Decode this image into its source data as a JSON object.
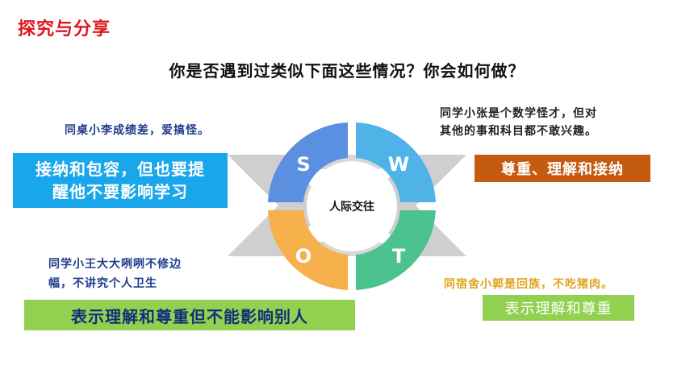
{
  "header": {
    "title": "探究与分享",
    "question": "你是否遇到过类似下面这些情况？你会如何做？"
  },
  "diagram": {
    "center_label": "人际交往",
    "quadrants": [
      {
        "letter": "S",
        "color": "#5b8fdf"
      },
      {
        "letter": "W",
        "color": "#4fb3e8"
      },
      {
        "letter": "O",
        "color": "#f6b04c"
      },
      {
        "letter": "T",
        "color": "#4cc38e"
      }
    ]
  },
  "cases": {
    "top_left": {
      "situation": "同桌小李成绩差，爱搞怪。",
      "response_line1": "接纳和包容，但也要提",
      "response_line2": "醒他不要影响学习"
    },
    "top_right": {
      "situation_line1": "同学小张是个数学怪才，但对",
      "situation_line2": "其他的事和科目都不敢兴趣。",
      "response": "尊重、理解和接纳"
    },
    "bottom_left": {
      "situation_line1": "同学小王大大咧咧不修边",
      "situation_line2": "幅，不讲究个人卫生",
      "response": "表示理解和尊重但不能影响别人"
    },
    "bottom_right": {
      "situation": "同宿舍小郭是回族，不吃猪肉。",
      "response": "表示理解和尊重"
    }
  }
}
